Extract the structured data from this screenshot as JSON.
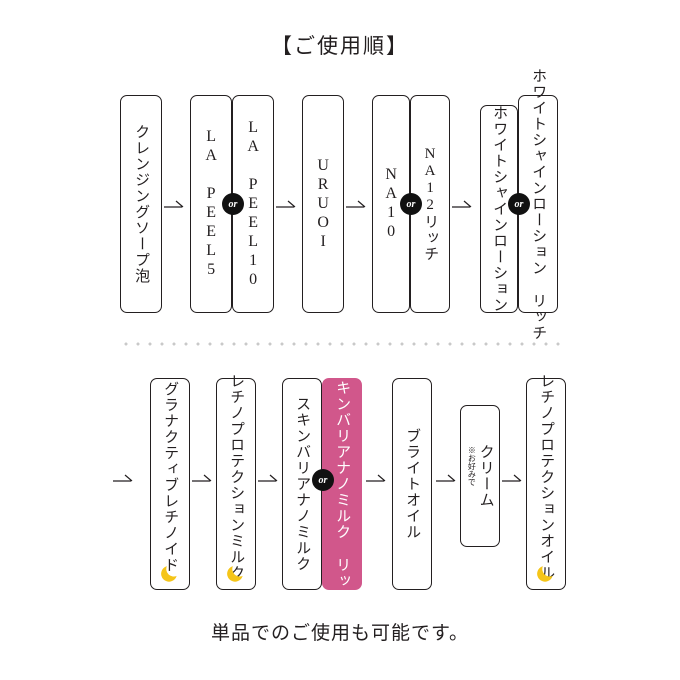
{
  "title": "【ご使用順】",
  "footer": "単品でのご使用も可能です。",
  "or_label": "or",
  "colors": {
    "pink": "#d1578b",
    "ink": "#231f20",
    "moon": "#f5c518",
    "divider": "#c9c9c9"
  },
  "icons": {
    "moon": "moon-icon",
    "arrow": "arrow-right-icon",
    "or": "or-badge"
  },
  "row1": {
    "steps": [
      {
        "id": "cleansing-soap",
        "label": "クレンジングソープ泡",
        "style": "japanese",
        "moon": false,
        "note": ""
      },
      {
        "id": "la-peel-5",
        "label": "LA PEEL5",
        "style": "latin",
        "moon": false,
        "note": ""
      },
      {
        "id": "la-peel-10",
        "label": "LA PEEL10",
        "style": "latin",
        "moon": false,
        "note": ""
      },
      {
        "id": "uruoi",
        "label": "URUOI",
        "style": "latin",
        "moon": false,
        "note": ""
      },
      {
        "id": "na-10",
        "label": "NA10",
        "style": "latin",
        "moon": false,
        "note": ""
      },
      {
        "id": "na-12-rich",
        "label": "NA12リッチ",
        "style": "japanese",
        "moon": false,
        "note": ""
      },
      {
        "id": "white-shine-lotion",
        "label": "ホワイトシャインローション",
        "style": "japanese",
        "moon": false,
        "note": ""
      },
      {
        "id": "white-shine-lotion-rich",
        "label": "ホワイトシャインローション リッチ",
        "style": "japanese",
        "moon": false,
        "note": ""
      }
    ]
  },
  "row2": {
    "steps": [
      {
        "id": "granactive-retinoid",
        "label": "グラナクティブレチノイド",
        "style": "japanese",
        "moon": true,
        "note": ""
      },
      {
        "id": "retino-protection-milk",
        "label": "レチノプロテクションミルク",
        "style": "japanese",
        "moon": true,
        "note": ""
      },
      {
        "id": "skin-barrier-nano-milk",
        "label": "スキンバリアナノミルク",
        "style": "japanese",
        "moon": false,
        "note": ""
      },
      {
        "id": "skin-barrier-nano-milk-rich",
        "label": "スキンバリアナノミルク リッチ",
        "style": "japanese",
        "moon": false,
        "note": ""
      },
      {
        "id": "bright-oil",
        "label": "ブライトオイル",
        "style": "japanese",
        "moon": false,
        "note": ""
      },
      {
        "id": "cream",
        "label": "クリーム",
        "style": "japanese",
        "moon": false,
        "note": "※お好みで"
      },
      {
        "id": "retino-protection-oil",
        "label": "レチノプロテクションオイル",
        "style": "japanese",
        "moon": true,
        "note": ""
      }
    ]
  }
}
